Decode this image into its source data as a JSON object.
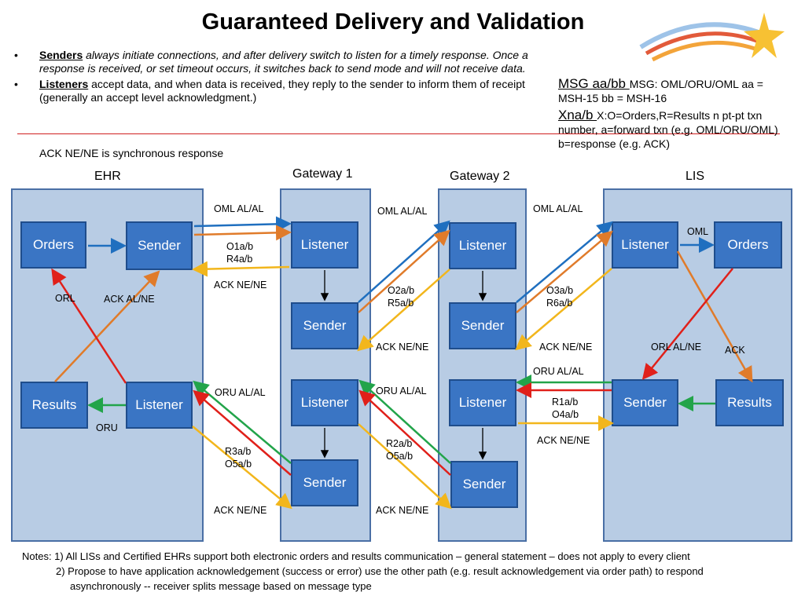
{
  "title": "Guaranteed Delivery and Validation",
  "bullets": {
    "b1_term": "Senders",
    "b1_text": " always initiate connections, and after delivery switch to listen for a timely response. Once a response is received, or set timeout occurs, it switches back to send mode and will not receive data.",
    "b2_term": "Listeners",
    "b2_text": " accept data, and when data is received, they reply to the sender to inform them of receipt (generally an accept level acknowledgment.)"
  },
  "sync_note": "ACK NE/NE is synchronous response",
  "legend": {
    "msg_head": "MSG aa/bb ",
    "msg_text": "MSG: OML/ORU/OML aa = MSH-15 bb = MSH-16",
    "xna_head": "Xna/b ",
    "xna_text": "X:O=Orders,R=Results n pt-pt txn number, a=forward txn (e.g. OML/ORU/OML) b=response (e.g. ACK)"
  },
  "columns": {
    "ehr": "EHR",
    "gw1": "Gateway 1",
    "gw2": "Gateway 2",
    "lis": "LIS"
  },
  "boxes": {
    "orders": "Orders",
    "sender": "Sender",
    "listener": "Listener",
    "results": "Results"
  },
  "labels": {
    "oml_alal": "OML AL/AL",
    "oru_alal": "ORU AL/AL",
    "ack_nene": "ACK NE/NE",
    "ack_alne": "ACK AL/NE",
    "orl": "ORL",
    "oru": "ORU",
    "oml": "OML",
    "orl_alne": "ORL AL/NE",
    "ack": "ACK",
    "o1": "O1a/b",
    "r4": "R4a/b",
    "o2": "O2a/b",
    "r5": "R5a/b",
    "o3": "O3a/b",
    "r6": "R6a/b",
    "r1": "R1a/b",
    "o4": "O4a/b",
    "r2": "R2a/b",
    "o5": "O5a/b",
    "r3": "R3a/b"
  },
  "notes": {
    "line1": "Notes: 1) All LISs and Certified EHRs support both electronic orders and results communication – general statement – does not apply to every client",
    "line2": "2) Propose to have application acknowledgement (success or error) use the other path (e.g. result acknowledgement via order path) to respond",
    "line3": "asynchronously  -- receiver splits message based on message type"
  },
  "colors": {
    "column_fill": "#b8cce4",
    "box_fill": "#3a75c4",
    "blue_arrow": "#1f6fbf",
    "orange_arrow": "#e07b2a",
    "yellow_arrow": "#f2b61c",
    "red_arrow": "#e0201a",
    "green_arrow": "#22a44a"
  }
}
